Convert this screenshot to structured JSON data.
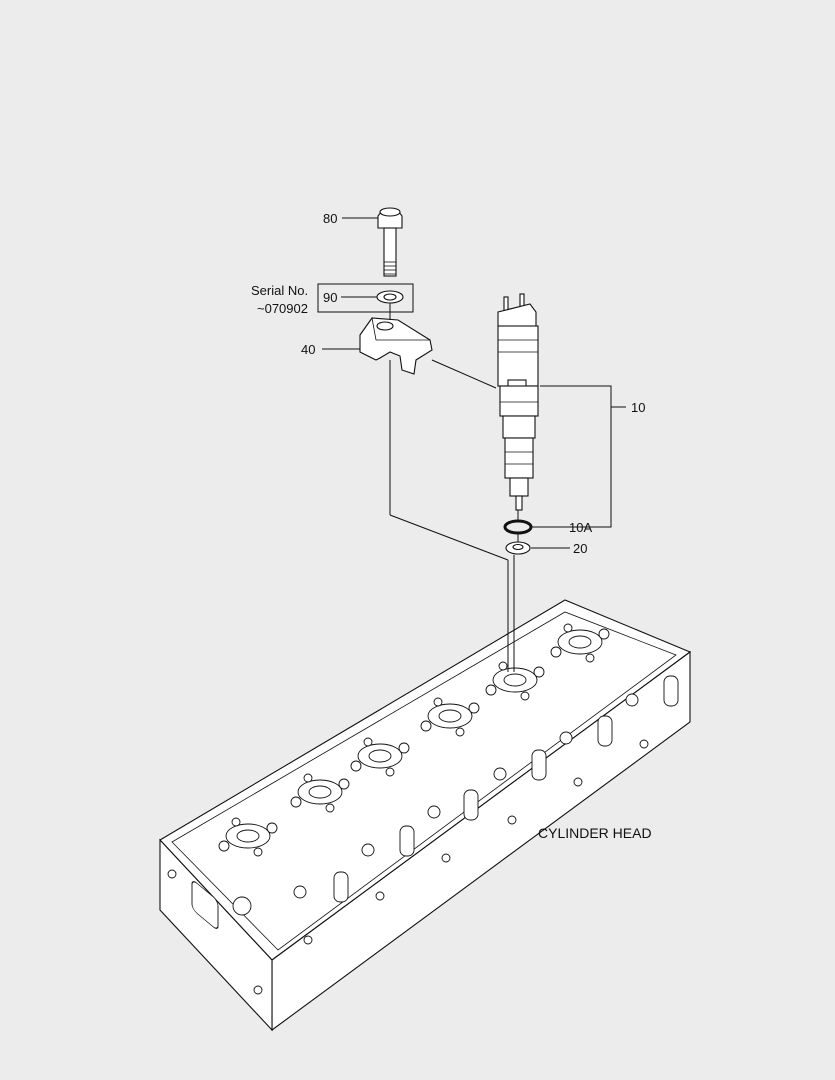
{
  "callouts": {
    "bolt": "80",
    "serial_label": "Serial No.",
    "serial_range": "~070902",
    "washer": "90",
    "clamp": "40",
    "injector": "10",
    "o_ring": "10A",
    "seal_washer": "20"
  },
  "caption": "CYLINDER HEAD"
}
